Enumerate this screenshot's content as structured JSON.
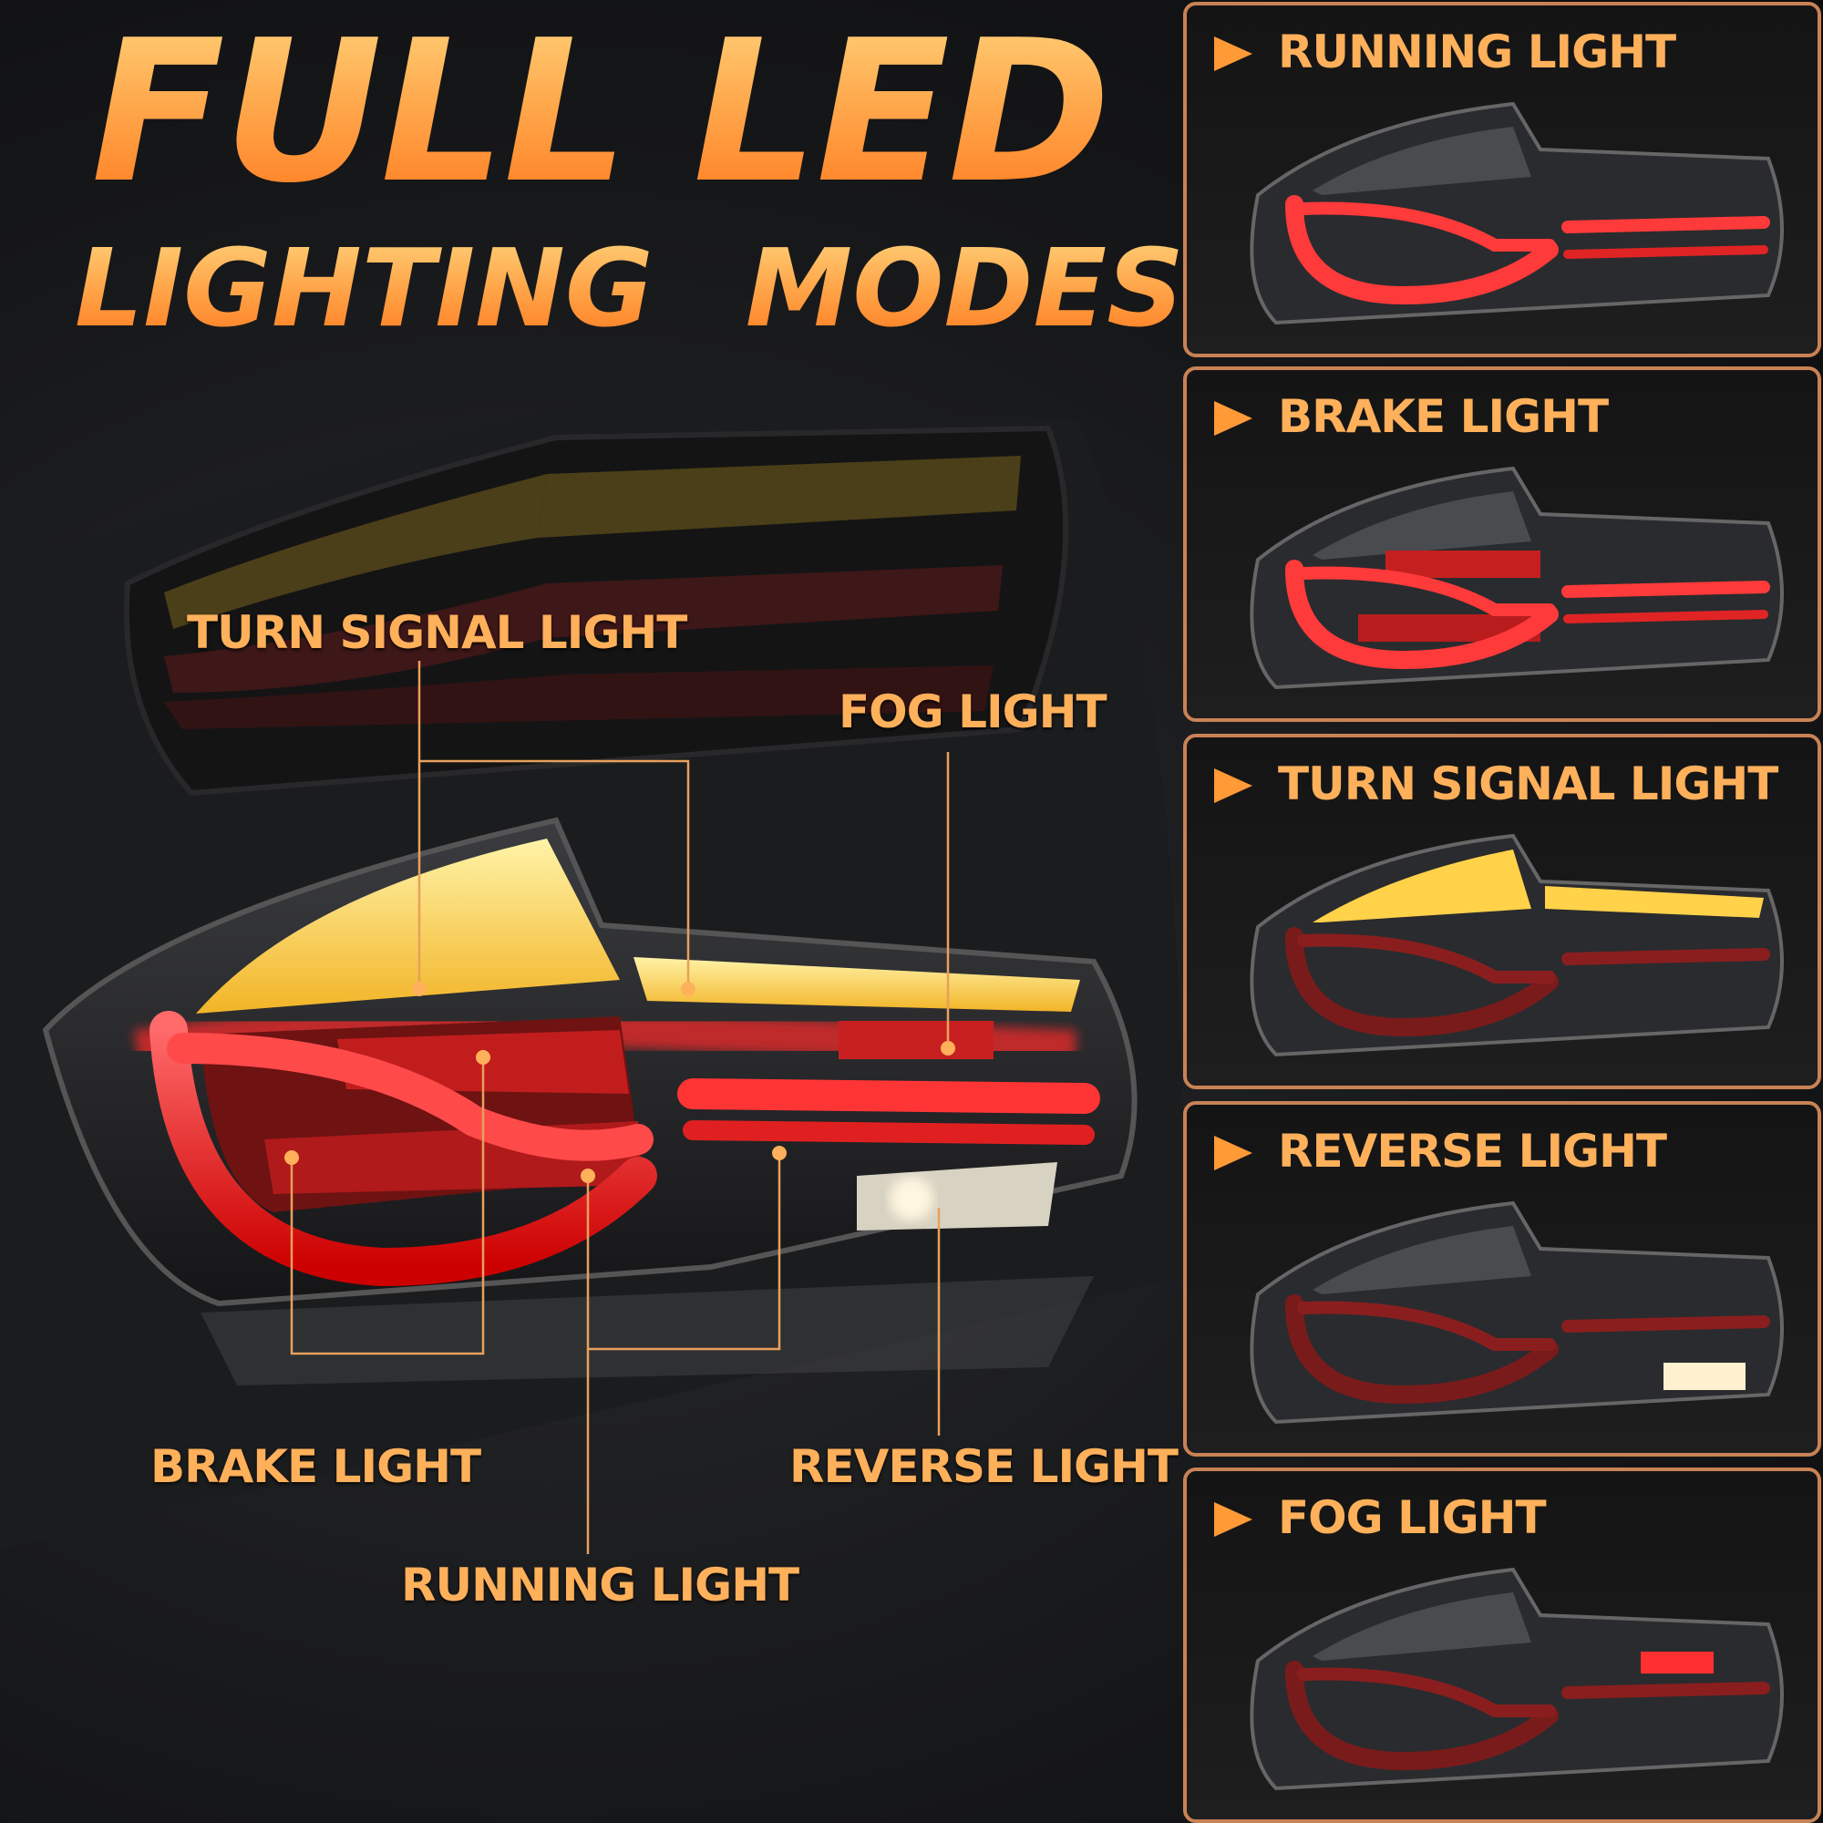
{
  "headline": {
    "line1": "FULL LED",
    "line2": "LIGHTING  MODES"
  },
  "callouts": {
    "turn_signal": "TURN SIGNAL LIGHT",
    "fog": "FOG LIGHT",
    "brake": "BRAKE LIGHT",
    "reverse": "REVERSE LIGHT",
    "running": "RUNNING LIGHT"
  },
  "panels": [
    {
      "label": "RUNNING LIGHT",
      "mode": "running"
    },
    {
      "label": "BRAKE LIGHT",
      "mode": "brake"
    },
    {
      "label": "TURN SIGNAL LIGHT",
      "mode": "turn"
    },
    {
      "label": "REVERSE LIGHT",
      "mode": "reverse"
    },
    {
      "label": "FOG LIGHT",
      "mode": "fog"
    }
  ],
  "colors": {
    "accent": "#ffa94d",
    "panel_border": "#c98255",
    "led_red": "#ff3030",
    "led_amber": "#ffd24a",
    "led_white": "#fff6e0"
  }
}
